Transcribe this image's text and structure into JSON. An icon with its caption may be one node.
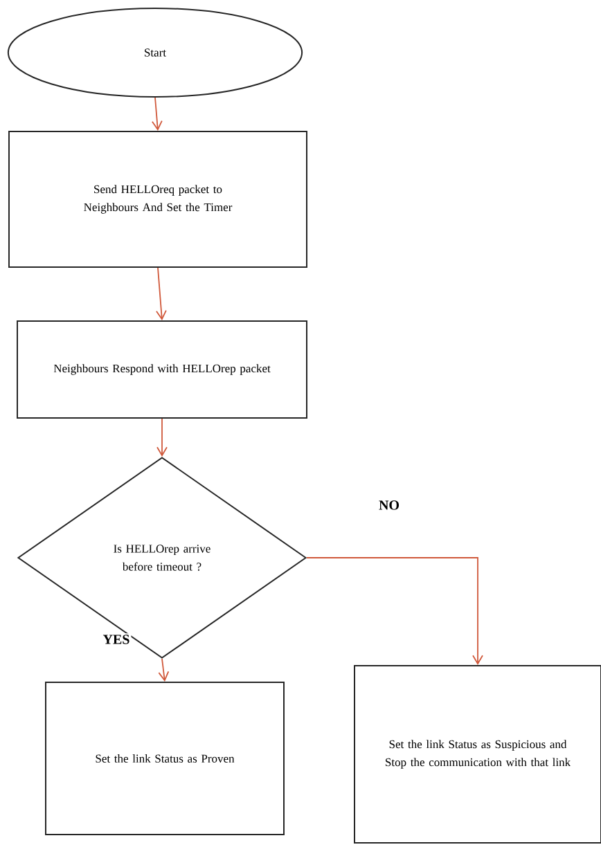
{
  "diagram": {
    "nodes": [
      {
        "text": [
          "Start"
        ]
      },
      {
        "text": [
          "Send HELLOreq packet to Neighbours And Set the Timer"
        ]
      },
      {
        "text": [
          "Neighbours Respond with HELLOrep packet"
        ]
      },
      {
        "text": [
          "Is HELLOrep arrive before timeout ?"
        ]
      },
      {
        "text": [
          "Set the link Status as Proven"
        ]
      },
      {
        "text": [
          "Set the link Status as Suspicious and Stop the communication with that link"
        ]
      }
    ],
    "edges": [
      {
        "from": 0,
        "to": 1,
        "arrow": "to"
      },
      {
        "from": 1,
        "to": 2,
        "arrow": "to"
      },
      {
        "from": 2,
        "to": 3,
        "arrow": "to"
      },
      {
        "from": 3,
        "to": 4,
        "arrow": "to",
        "label": "YES"
      },
      {
        "from": 3,
        "to": 5,
        "arrow": "to",
        "label": "NO"
      }
    ]
  }
}
